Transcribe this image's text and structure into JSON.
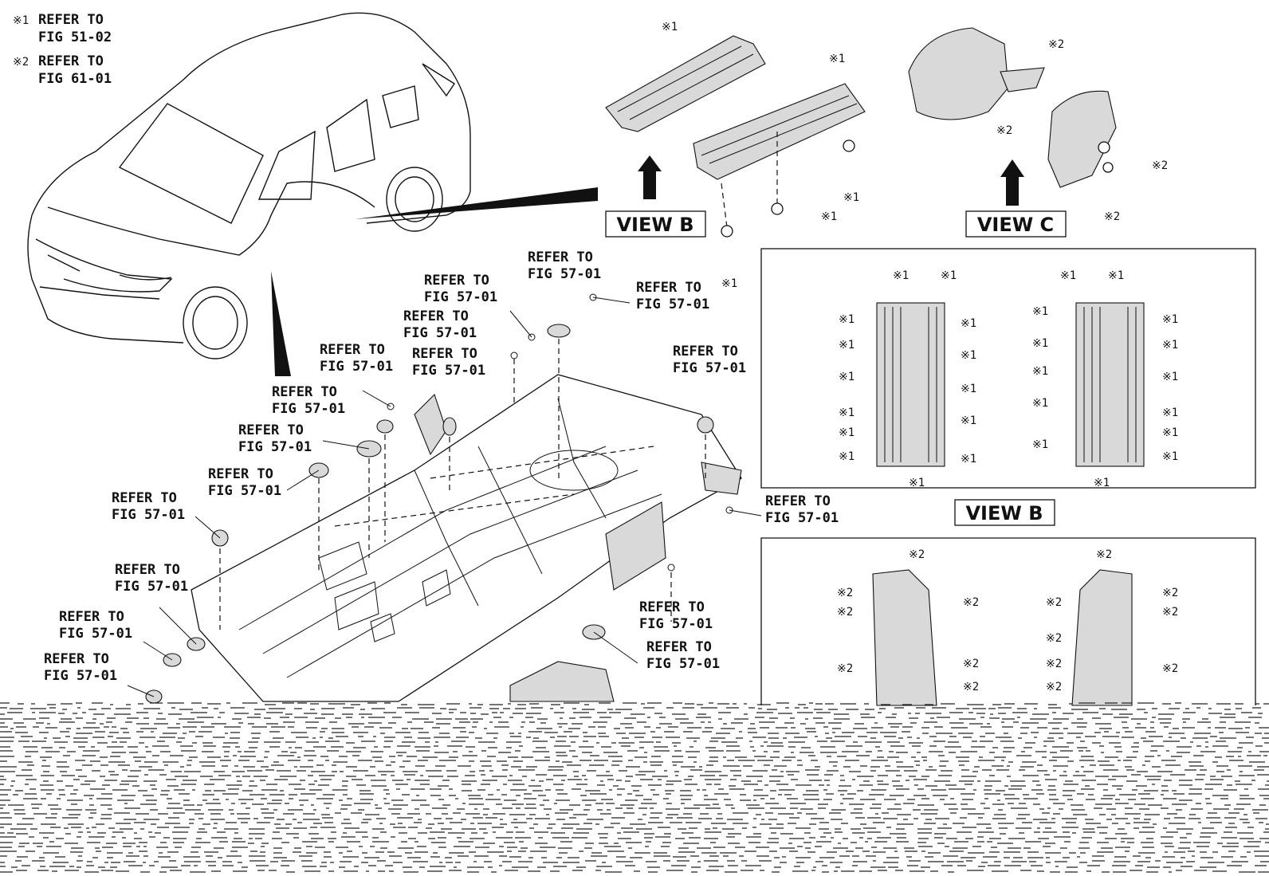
{
  "legend": [
    {
      "mark": "※1",
      "line1": "REFER TO",
      "line2": "FIG 51-02"
    },
    {
      "mark": "※2",
      "line1": "REFER TO",
      "line2": "FIG 61-01"
    }
  ],
  "views": {
    "view_b": "VIEW B",
    "view_c": "VIEW C"
  },
  "refer": {
    "line1": "REFER TO",
    "line2": "FIG 57-01"
  },
  "marks": {
    "m1": "※1",
    "m2": "※2"
  }
}
